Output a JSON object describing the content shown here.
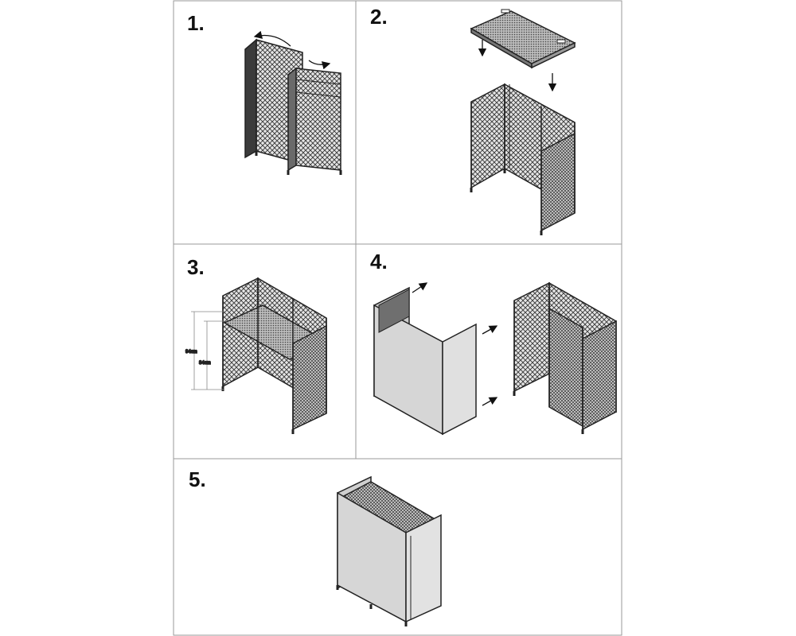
{
  "steps": [
    {
      "number": "1."
    },
    {
      "number": "2."
    },
    {
      "number": "3."
    },
    {
      "number": "4."
    },
    {
      "number": "5."
    }
  ],
  "dimensions": {
    "outer_height": "94cm",
    "inner_height": "84cm"
  },
  "colors": {
    "line": "#222222",
    "panel_fill": "#d4d4d4",
    "frame_border": "#9a9a9a",
    "mesh": "#4a4a4a"
  }
}
